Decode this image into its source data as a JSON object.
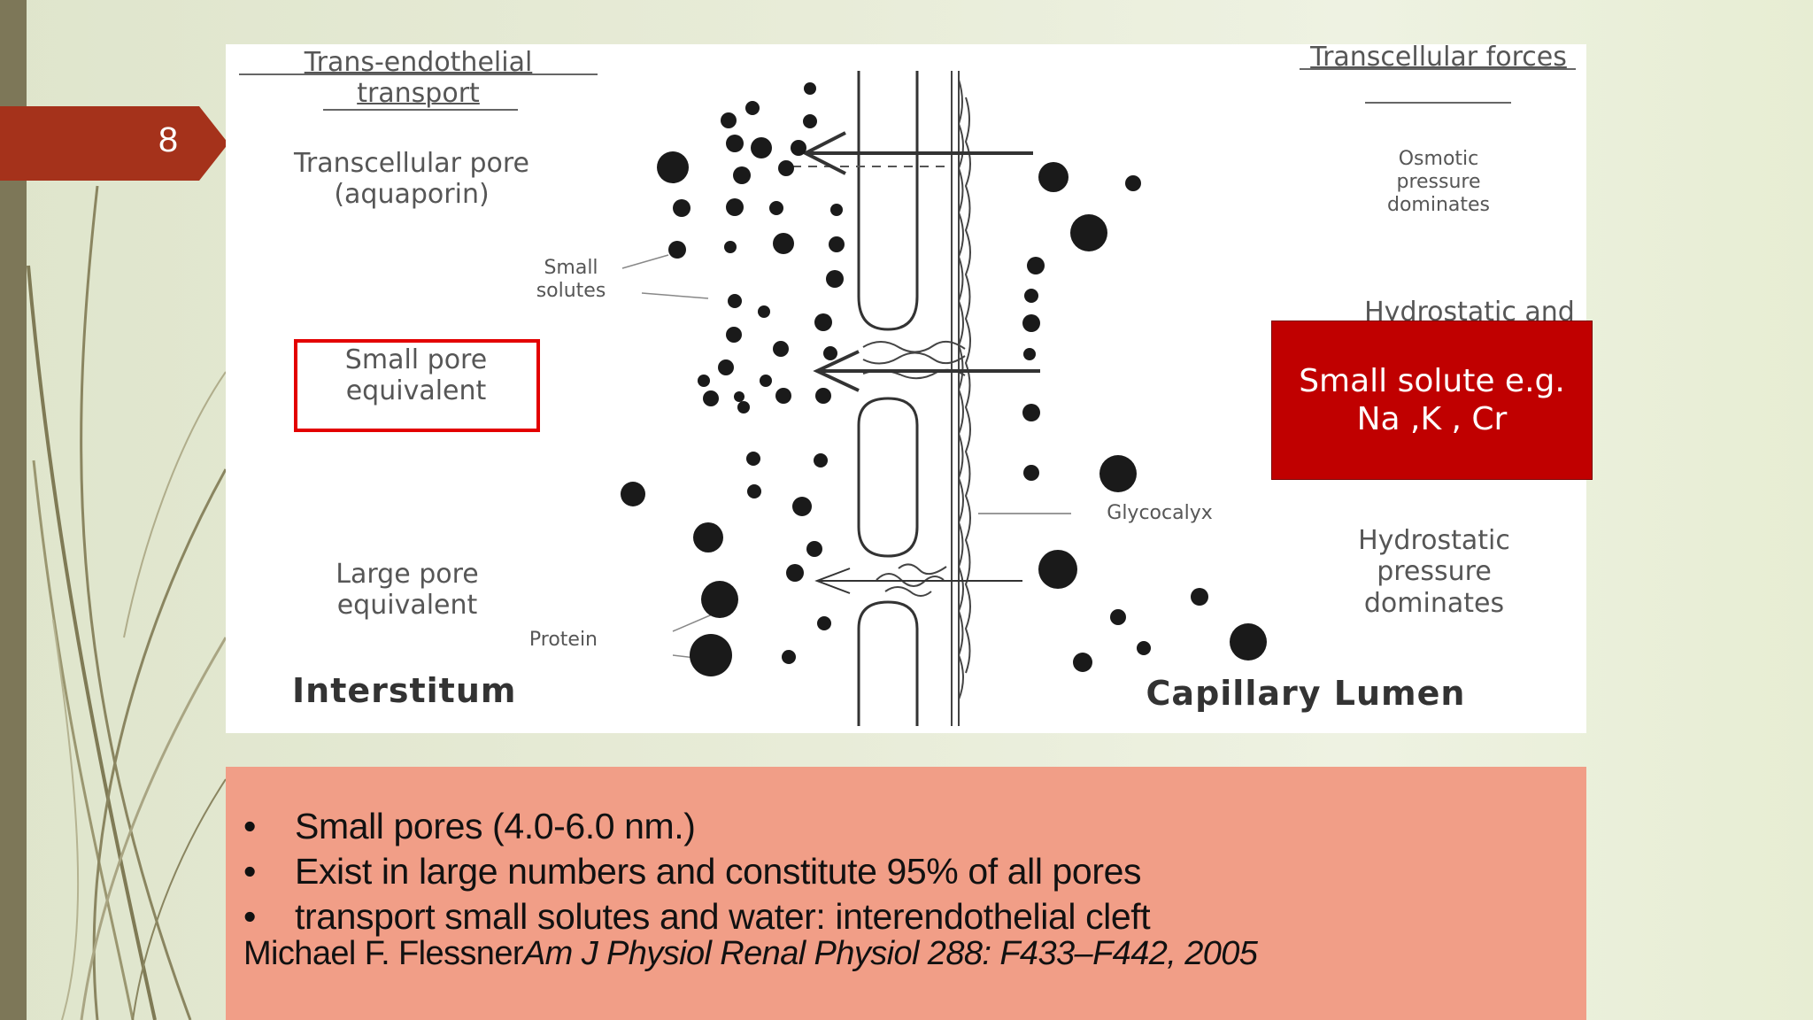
{
  "slide": {
    "number": "8"
  },
  "figure": {
    "header_left": "Trans-endothelial transport",
    "header_right": "Transcellular forces",
    "left_labels": {
      "transcellular_pore": "Transcellular pore (aquaporin)",
      "small_solutes": "Small solutes",
      "small_pore": "Small pore equivalent",
      "large_pore": "Large pore equivalent",
      "protein": "Protein",
      "interstitum": "Interstitum"
    },
    "right_labels": {
      "osmotic": "Osmotic pressure dominates",
      "mixed": "Hydrostatic and osmotic pressures",
      "glycocalyx": "Glycocalyx",
      "hydrostatic": "Hydrostatic pressure dominates",
      "lumen": "Capillary Lumen"
    },
    "callout": "Small solute e.g. Na ,K , Cr"
  },
  "notes": {
    "bullets": [
      "Small pores (4.0-6.0 nm.)",
      "Exist in large numbers and constitute  95% of all pores",
      "transport small solutes and water: interendothelial cleft"
    ],
    "citation_author": "Michael F. Flessner",
    "citation_journal": "Am J Physiol Renal Physiol 288: F433–F442, 2005"
  },
  "colors": {
    "number_tab": "#a5321b",
    "callout": "#c00000",
    "notes_background": "#f19e87",
    "highlight_border": "#e30000"
  }
}
